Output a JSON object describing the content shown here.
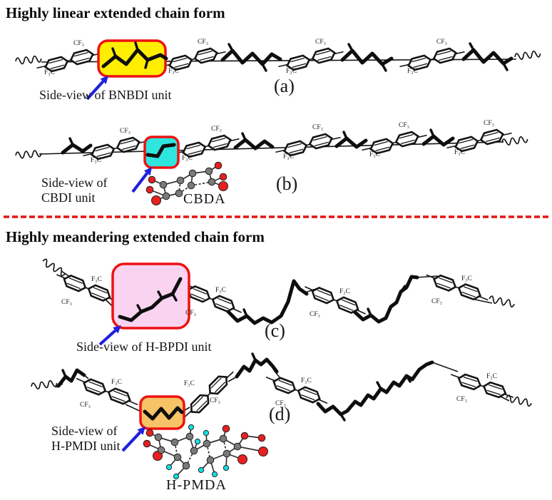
{
  "figure": {
    "section1_title": "Highly linear extended chain form",
    "section2_title": "Highly meandering extended chain form"
  },
  "panels": {
    "a": {
      "letter": "(a)",
      "callout": "Side-view of BNBDI unit",
      "highlight_color": "#ffee00"
    },
    "b": {
      "letter": "(b)",
      "callout_line1": "Side-view of",
      "callout_line2": "CBDI unit",
      "molecule_label": "CBDA",
      "highlight_color": "#2ee6de"
    },
    "c": {
      "letter": "(c)",
      "callout": "Side-view of H-BPDI unit",
      "highlight_color": "#f9d3f0"
    },
    "d": {
      "letter": "(d)",
      "callout_line1": "Side-view of",
      "callout_line2": "H-PMDI unit",
      "molecule_label": "H-PMDA",
      "highlight_color": "#f6c367"
    }
  },
  "chain_labels": {
    "cf3": "CF₃",
    "f3c": "F₃C"
  },
  "colors": {
    "highlight_border": "#ee1111",
    "divider": "#e81212",
    "arrow": "#2020dd",
    "carbon": "#7a7a7a",
    "oxygen": "#e82020",
    "hydrogen": "#12dfe2",
    "bond": "#333333"
  }
}
